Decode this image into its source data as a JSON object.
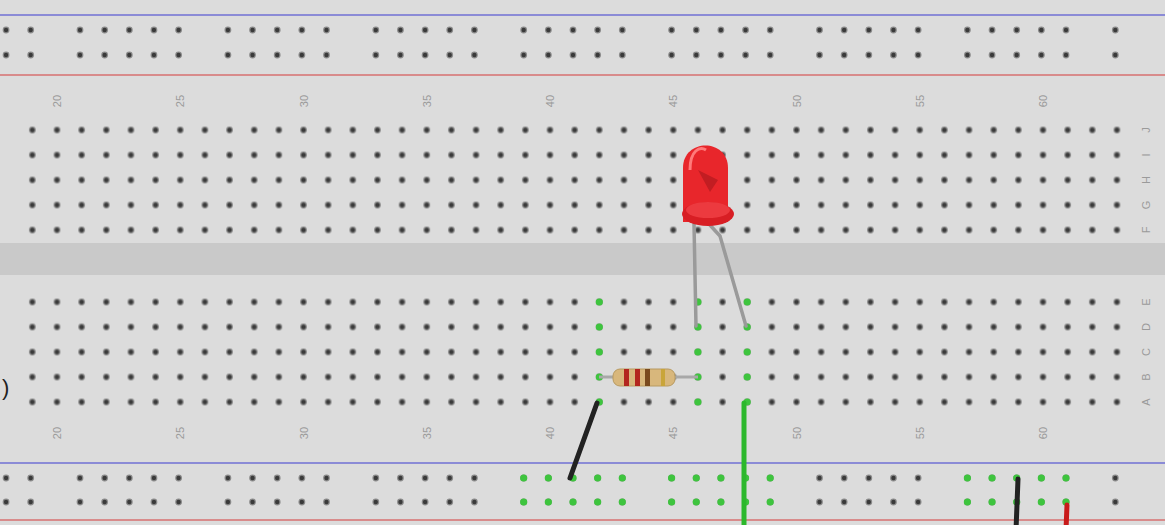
{
  "diagram": {
    "labels": [
      "20",
      "25",
      "30",
      "35",
      "40",
      "45",
      "50",
      "55",
      "60",
      "J",
      "I",
      "H",
      "G",
      "F",
      "E",
      "D",
      "C",
      "B",
      "A",
      "20",
      "25",
      "30",
      "35",
      "40",
      "45",
      "50",
      "55",
      "60",
      ")"
    ]
  }
}
